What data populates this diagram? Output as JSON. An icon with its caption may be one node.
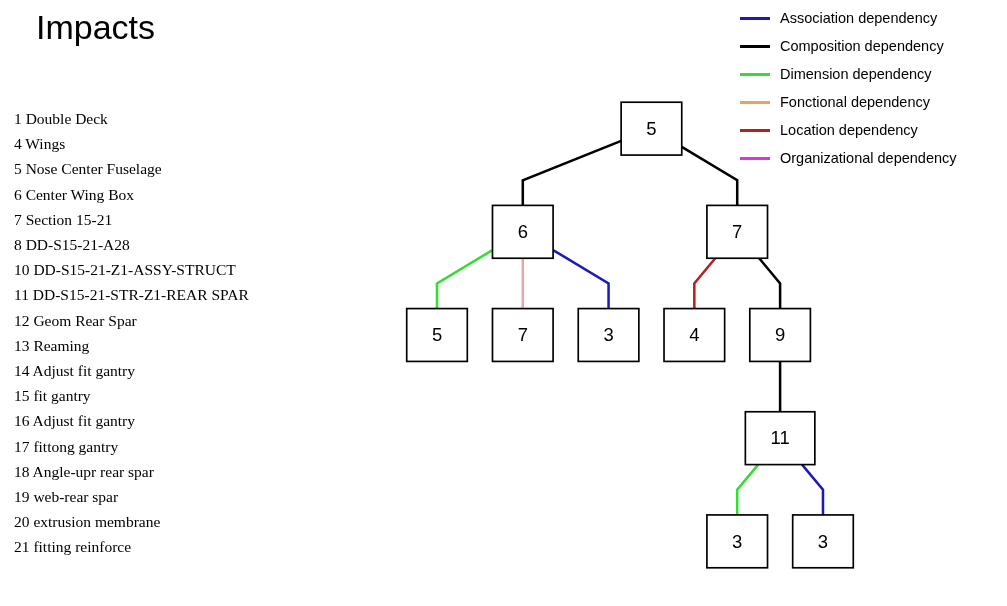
{
  "diagram": {
    "title": "Impacts",
    "nodes": [
      {
        "text": [
          "5"
        ]
      },
      {
        "text": [
          "6"
        ]
      },
      {
        "text": [
          "7"
        ]
      },
      {
        "text": [
          "5"
        ]
      },
      {
        "text": [
          "7"
        ]
      },
      {
        "text": [
          "3"
        ]
      },
      {
        "text": [
          "4"
        ]
      },
      {
        "text": [
          "9"
        ]
      },
      {
        "text": [
          "11"
        ]
      },
      {
        "text": [
          "3"
        ]
      },
      {
        "text": [
          "3"
        ]
      }
    ],
    "edges": [
      {
        "from": 0,
        "to": 1,
        "arrow": "none"
      },
      {
        "from": 0,
        "to": 2,
        "arrow": "none"
      },
      {
        "from": 1,
        "to": 3,
        "arrow": "none",
        "color": "#33dd33"
      },
      {
        "from": 1,
        "to": 4,
        "arrow": "none",
        "color": "#e8a8a8"
      },
      {
        "from": 1,
        "to": 5,
        "arrow": "none",
        "color": "#1a1ab8"
      },
      {
        "from": 2,
        "to": 6,
        "arrow": "none",
        "color": "#b82020"
      },
      {
        "from": 2,
        "to": 7,
        "arrow": "none"
      },
      {
        "from": 7,
        "to": 8,
        "arrow": "none"
      },
      {
        "from": 8,
        "to": 9,
        "arrow": "none",
        "color": "#33dd33"
      },
      {
        "from": 8,
        "to": 10,
        "arrow": "none",
        "color": "#1a1ab8"
      }
    ],
    "labels": [
      "1 Double Deck",
      "4 Wings",
      "5 Nose Center Fuselage",
      "6 Center Wing Box",
      "7 Section 15-21",
      "8 DD-S15-21-A28",
      "10 DD-S15-21-Z1-ASSY-STRUCT",
      "11 DD-S15-21-STR-Z1-REAR SPAR",
      "12 Geom Rear Spar",
      "13 Reaming",
      "14 Adjust fit gantry",
      "15 fit gantry",
      "16 Adjust fit gantry",
      "17 fittong gantry",
      "18 Angle-upr rear spar",
      "19 web-rear spar",
      "20 extrusion membrane",
      "21 fitting reinforce"
    ],
    "legend": [
      {
        "text": "Association dependency",
        "color": "#1a1ab8"
      },
      {
        "text": "Composition dependency",
        "color": "#000000"
      },
      {
        "text": "Dimension dependency",
        "color": "#33dd33"
      },
      {
        "text": "Fonctional dependency",
        "color": "#f0a060"
      },
      {
        "text": "Location dependency",
        "color": "#b82020"
      },
      {
        "text": "Organizational dependency",
        "color": "#dd33dd"
      }
    ]
  }
}
